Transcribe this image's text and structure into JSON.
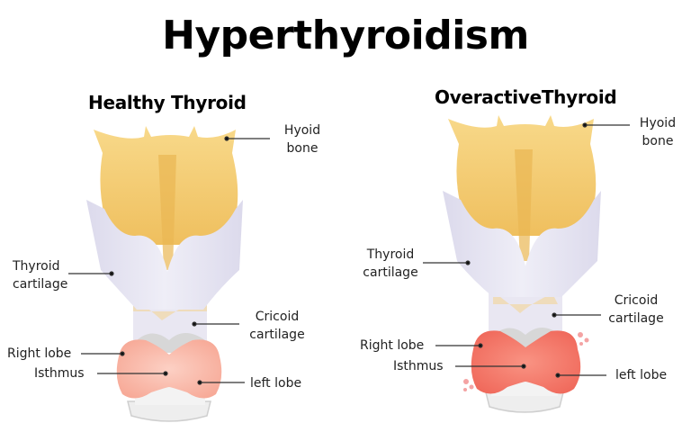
{
  "title": "Hyperthyroidism",
  "panels": {
    "healthy": {
      "title": "Healthy Thyroid",
      "labels": {
        "hyoid_bone": [
          "Hyoid",
          "bone"
        ],
        "thyroid_cartilage": [
          "Thyroid",
          "cartilage"
        ],
        "cricoid_cartilage": [
          "Cricoid",
          "cartilage"
        ],
        "right_lobe": "Right lobe",
        "isthmus": "Isthmus",
        "left_lobe": "left lobe"
      },
      "colors": {
        "thyroid": "#f9b8a8",
        "bone": "#f2c56a",
        "cartilage": "#e7e5f2"
      }
    },
    "overactive": {
      "title": "OveractiveThyroid",
      "labels": {
        "hyoid_bone": [
          "Hyoid",
          "bone"
        ],
        "thyroid_cartilage": [
          "Thyroid",
          "cartilage"
        ],
        "cricoid_cartilage": [
          "Cricoid",
          "cartilage"
        ],
        "right_lobe": "Right lobe",
        "isthmus": "Isthmus",
        "left_lobe": "left lobe"
      },
      "colors": {
        "thyroid": "#f47a6c",
        "bone": "#f2c56a",
        "cartilage": "#e7e5f2"
      }
    }
  }
}
